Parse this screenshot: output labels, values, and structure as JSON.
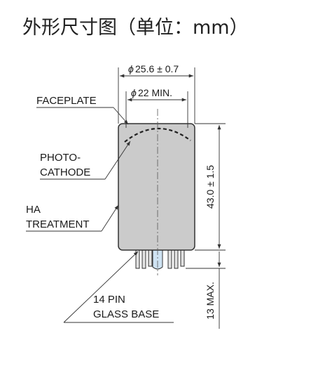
{
  "title": "外形尺寸图（单位：mm）",
  "dimensions": {
    "outer_diameter": "25.6 ± 0.7",
    "inner_diameter": "22 MIN.",
    "body_height": "43.0 ± 1.5",
    "pin_length": "13 MAX."
  },
  "diameter_symbol": "ϕ",
  "labels": {
    "faceplate": "FACEPLATE",
    "photocathode_line1": "PHOTO-",
    "photocathode_line2": "CATHODE",
    "ha_line1": "HA",
    "ha_line2": "TREATMENT",
    "base_line1": "14 PIN",
    "base_line2": "GLASS BASE"
  },
  "colors": {
    "tube_body": "#cbcbcb",
    "tube_outline": "#333333",
    "pin": "#e2e2e2",
    "exhaust_tip": "#cfe3f3",
    "line": "#333333",
    "text": "#1a1a1a"
  }
}
